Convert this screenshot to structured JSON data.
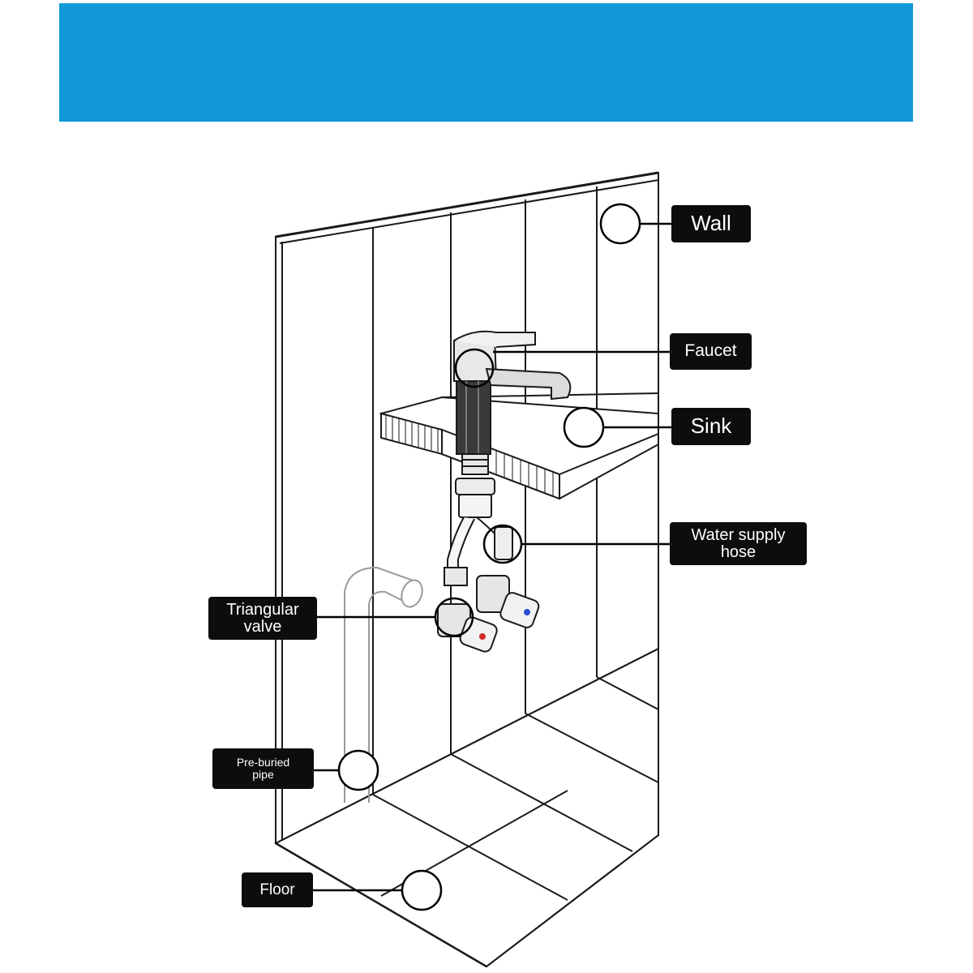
{
  "banner": {
    "color": "#1198d6"
  },
  "labels": {
    "wall": "Wall",
    "faucet": "Faucet",
    "sink": "Sink",
    "water_supply_hose": "Water supply\nhose",
    "triangular_valve": "Triangular\nvalve",
    "pre_buried_pipe": "Pre-buried\npipe",
    "floor": "Floor"
  },
  "colors": {
    "label_background": "#0d0d0d",
    "label_text": "#ffffff",
    "hot_valve_dot": "#d42a2a",
    "cold_valve_dot": "#2a4bd4"
  }
}
